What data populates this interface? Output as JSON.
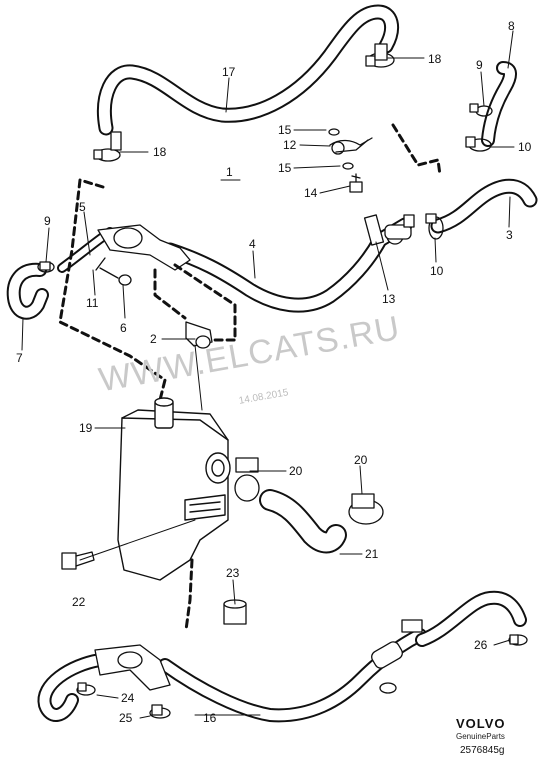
{
  "watermark": {
    "text": "WWW.ELCATS.RU",
    "date": "14.08.2015"
  },
  "brand": {
    "name": "VOLVO",
    "subtitle": "GenuineParts"
  },
  "diagram_code": "2576845g",
  "callouts": [
    {
      "id": "c17",
      "label": "17"
    },
    {
      "id": "c18a",
      "label": "18"
    },
    {
      "id": "c8",
      "label": "8"
    },
    {
      "id": "c9a",
      "label": "9"
    },
    {
      "id": "c18b",
      "label": "18"
    },
    {
      "id": "c15a",
      "label": "15"
    },
    {
      "id": "c12",
      "label": "12"
    },
    {
      "id": "c10a",
      "label": "10"
    },
    {
      "id": "c1",
      "label": "1"
    },
    {
      "id": "c15b",
      "label": "15"
    },
    {
      "id": "c14",
      "label": "14"
    },
    {
      "id": "c5",
      "label": "5"
    },
    {
      "id": "c9b",
      "label": "9"
    },
    {
      "id": "c3",
      "label": "3"
    },
    {
      "id": "c4",
      "label": "4"
    },
    {
      "id": "c10b",
      "label": "10"
    },
    {
      "id": "c13",
      "label": "13"
    },
    {
      "id": "c11",
      "label": "11"
    },
    {
      "id": "c6",
      "label": "6"
    },
    {
      "id": "c7",
      "label": "7"
    },
    {
      "id": "c2",
      "label": "2"
    },
    {
      "id": "c19",
      "label": "19"
    },
    {
      "id": "c20a",
      "label": "20"
    },
    {
      "id": "c20b",
      "label": "20"
    },
    {
      "id": "c21",
      "label": "21"
    },
    {
      "id": "c22",
      "label": "22"
    },
    {
      "id": "c23",
      "label": "23"
    },
    {
      "id": "c26",
      "label": "26"
    },
    {
      "id": "c24",
      "label": "24"
    },
    {
      "id": "c25",
      "label": "25"
    },
    {
      "id": "c16",
      "label": "16"
    }
  ]
}
